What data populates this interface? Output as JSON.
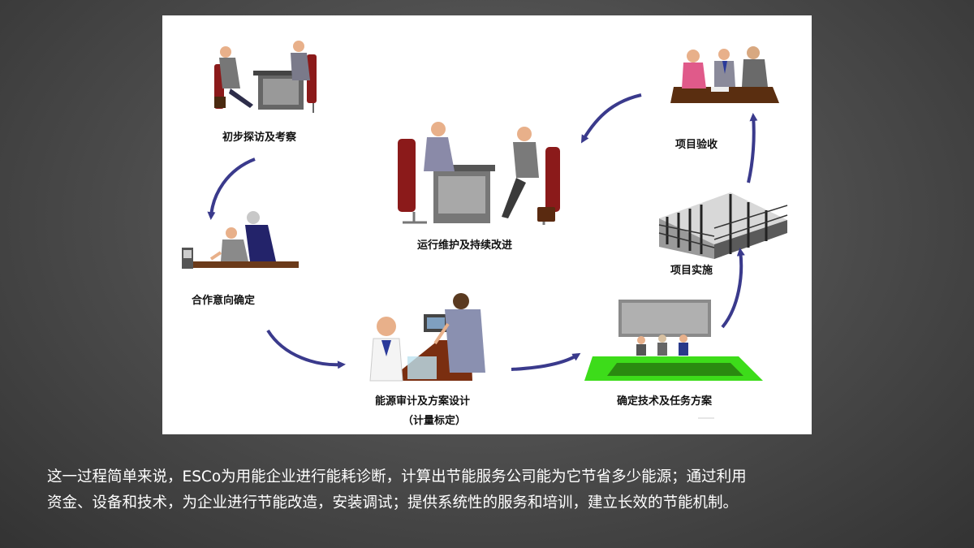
{
  "diagram": {
    "steps": [
      {
        "label": "初步探访及考察"
      },
      {
        "label": "合作意向确定"
      },
      {
        "label": "能源审计及方案设计",
        "sublabel": "（计量标定）"
      },
      {
        "label": "确定技术及任务方案"
      },
      {
        "label": "项目实施"
      },
      {
        "label": "项目验收"
      },
      {
        "label": "运行维护及持续改进"
      }
    ],
    "arrow_color": "#3a3a8c"
  },
  "caption": {
    "line1": "这一过程简单来说，ESCo为用能企业进行能耗诊断，计算出节能服务公司能为它节省多少能源；通过利用",
    "line2": "资金、设备和技术，为企业进行节能改造，安装调试；提供系统性的服务和培训，建立长效的节能机制。"
  }
}
